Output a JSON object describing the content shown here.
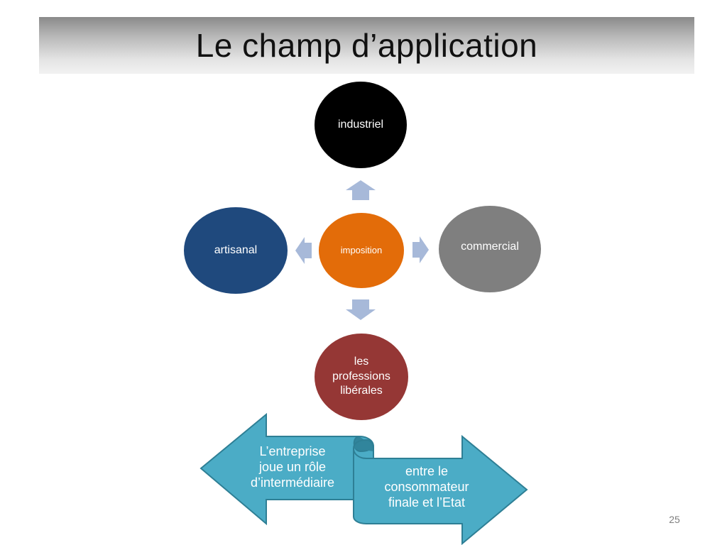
{
  "title": "Le champ d’application",
  "diagram": {
    "center": {
      "label": "imposition",
      "color": "#e36c09"
    },
    "top": {
      "label": "industriel",
      "color": "#000000"
    },
    "left": {
      "label": "artisanal",
      "color": "#1f497d"
    },
    "right": {
      "label": "commercial",
      "color": "#7f7f7f"
    },
    "bottom": {
      "label": "les\nprofessions\nlibérales",
      "color": "#953735"
    },
    "arrow_color": "#a7b9d9"
  },
  "callouts": {
    "left": {
      "text": "L’entreprise\njoue un rôle\nd’intermédiaire",
      "color": "#4bacc6"
    },
    "right": {
      "text": "entre le\nconsommateur\nfinale et l’Etat",
      "color": "#4bacc6"
    }
  },
  "page_number": "25"
}
